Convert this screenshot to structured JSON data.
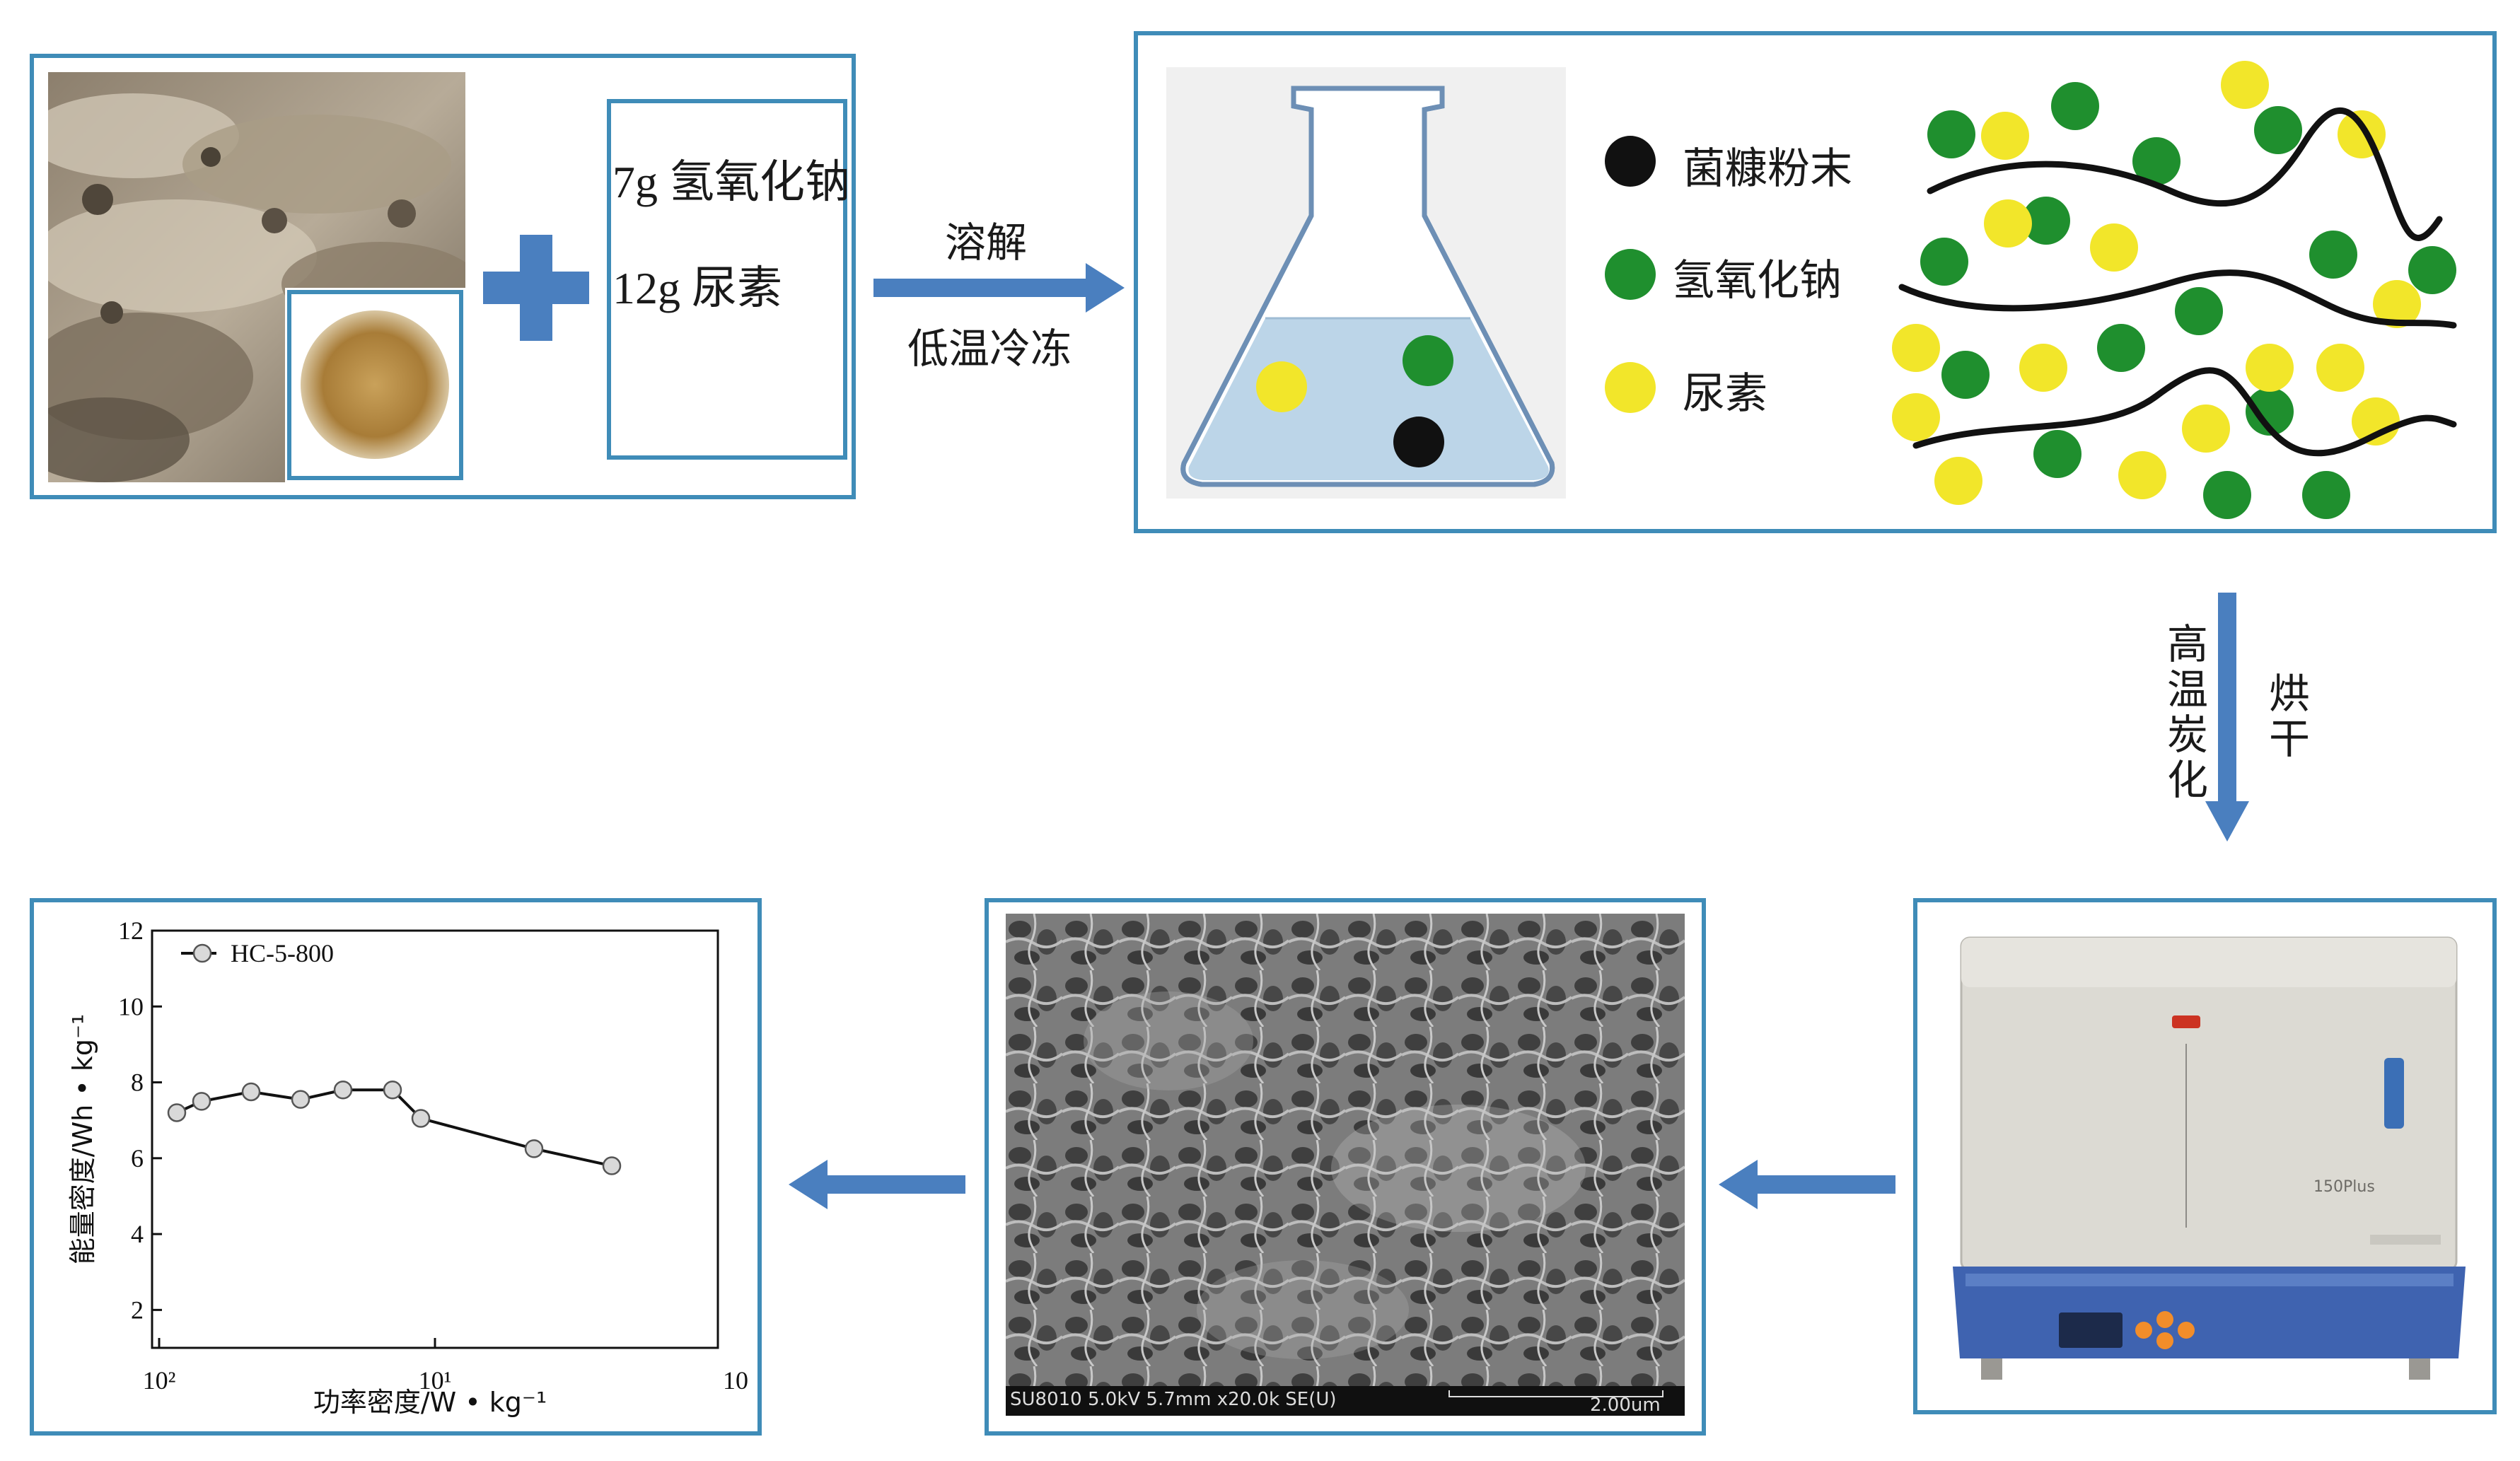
{
  "step1": {
    "reagents": [
      "7g 氢氧化钠",
      "12g 尿素"
    ]
  },
  "arrow1": {
    "top_label": "溶解",
    "bottom_label": "低温冷冻"
  },
  "legend": [
    {
      "label": "菌糠粉末",
      "color": "#111111"
    },
    {
      "label": "氢氧化钠",
      "color": "#1f8f2e"
    },
    {
      "label": "尿素",
      "color": "#f2e62a"
    }
  ],
  "arrow2": {
    "right_label": "烘干",
    "left_label": "高温炭化"
  },
  "sem": {
    "caption": "SU8010 5.0kV 5.7mm x20.0k SE(U)",
    "scale": "2.00um"
  },
  "furnace": {
    "brand": "150Plus"
  },
  "colors": {
    "panel_border": "#3f8cb8",
    "arrow": "#4a7fbf"
  },
  "chart_data": {
    "type": "line",
    "series": [
      {
        "name": "HC-5-800",
        "x": [
          0.35,
          0.7,
          1.4,
          2.1,
          2.7,
          3.4,
          3.8,
          5.4,
          6.5
        ],
        "y": [
          7.2,
          7.5,
          7.75,
          7.55,
          7.8,
          7.8,
          7.05,
          6.25,
          5.8
        ]
      }
    ],
    "xlabel": "功率密度/W • kg⁻¹",
    "ylabel": "能量密度/Wh • kg⁻¹",
    "xticks": [
      "10²",
      "10¹",
      "10"
    ],
    "yticks": [
      "2",
      "4",
      "6",
      "8",
      "10",
      "12"
    ],
    "ylim": [
      1,
      12
    ]
  }
}
